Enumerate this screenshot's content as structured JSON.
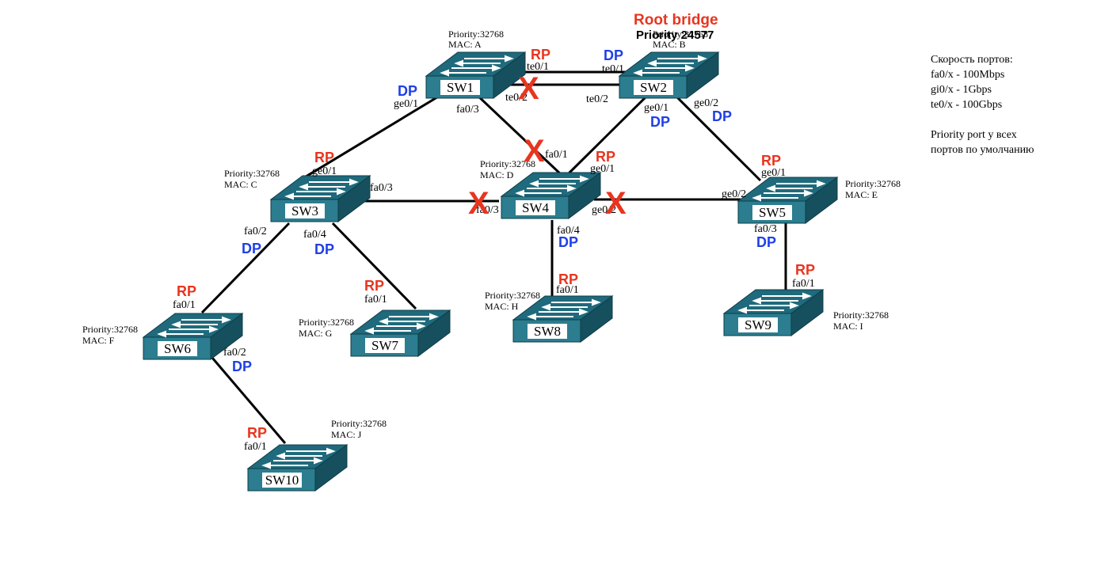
{
  "root_bridge": {
    "title": "Root bridge",
    "priority": "Priority 24577"
  },
  "legend": {
    "title": "Скорость портов:",
    "lines": [
      "fa0/x - 100Mbps",
      "gi0/x - 1Gbps",
      "te0/x - 100Gbps"
    ],
    "note1": "Priority port у всех",
    "note2": "портов по умолчанию"
  },
  "switches": {
    "sw1": {
      "name": "SW1",
      "priority": "Priority:32768",
      "mac": "MAC: A"
    },
    "sw2": {
      "name": "SW2",
      "priority": "Priority:32768",
      "mac": "MAC: B"
    },
    "sw3": {
      "name": "SW3",
      "priority": "Priority:32768",
      "mac": "MAC: C"
    },
    "sw4": {
      "name": "SW4",
      "priority": "Priority:32768",
      "mac": "MAC: D"
    },
    "sw5": {
      "name": "SW5",
      "priority": "Priority:32768",
      "mac": "MAC: E"
    },
    "sw6": {
      "name": "SW6",
      "priority": "Priority:32768",
      "mac": "MAC: F"
    },
    "sw7": {
      "name": "SW7",
      "priority": "Priority:32768",
      "mac": "MAC: G"
    },
    "sw8": {
      "name": "SW8",
      "priority": "Priority:32768",
      "mac": "MAC: H"
    },
    "sw9": {
      "name": "SW9",
      "priority": "",
      "mac": ""
    },
    "sw10": {
      "name": "SW10",
      "priority": "Priority:32768",
      "mac": "MAC: J"
    }
  },
  "sw9_info": {
    "priority": "Priority:32768",
    "mac": "MAC: I"
  },
  "ports": {
    "sw1_te01": "te0/1",
    "sw1_te02": "te0/2",
    "sw1_ge01": "ge0/1",
    "sw1_fa03": "fa0/3",
    "sw2_te01": "te0/1",
    "sw2_te02": "te0/2",
    "sw2_ge01": "ge0/1",
    "sw2_ge02": "ge0/2",
    "sw3_ge01": "ge0/1",
    "sw3_fa03": "fa0/3",
    "sw3_fa02": "fa0/2",
    "sw3_fa04": "fa0/4",
    "sw4_fa01": "fa0/1",
    "sw4_ge01": "ge0/1",
    "sw4_fa03": "fa0/3",
    "sw4_ge02": "ge0/2",
    "sw4_fa04": "fa0/4",
    "sw5_ge01": "ge0/1",
    "sw5_ge02": "ge0/2",
    "sw5_fa03": "fa0/3",
    "sw6_fa01": "fa0/1",
    "sw6_fa02": "fa0/2",
    "sw7_fa01": "fa0/1",
    "sw8_fa01": "fa0/1",
    "sw9_fa01": "fa0/1",
    "sw10_fa01": "fa0/1"
  },
  "roles": {
    "rp": "RP",
    "dp": "DP"
  },
  "block": "X",
  "colors": {
    "switch_top": "#1f6a7c",
    "switch_front": "#2b7d8f",
    "switch_side": "#16505e",
    "rp": "#e8351f",
    "dp": "#1f3fe8"
  }
}
